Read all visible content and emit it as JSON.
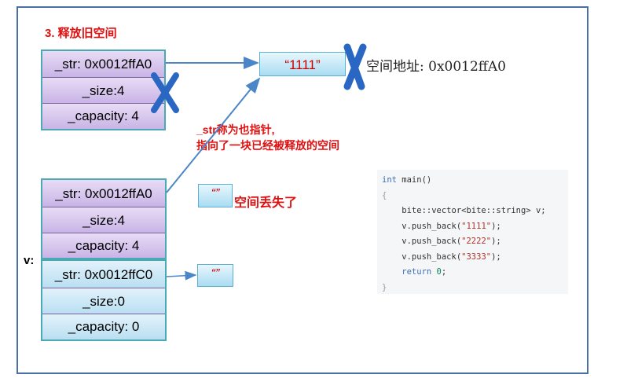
{
  "title": "3. 释放旧空间",
  "old_object": {
    "rows": [
      "_str: 0x0012ffA0",
      "_size:4",
      "_capacity: 4"
    ]
  },
  "string_box_1": "“1111”",
  "address_label": "空间地址: 0x0012ffA0",
  "note_line1": "_str称为也指针,",
  "note_line2": "指向了一块已经被释放的空间",
  "lost_label": "空间丢失了",
  "empty_string": "“”",
  "vector_label": "v:",
  "vector_element_0": {
    "rows": [
      "_str: 0x0012ffA0",
      "_size:4",
      "_capacity: 4"
    ]
  },
  "vector_element_1": {
    "rows": [
      "_str: 0x0012ffC0",
      "_size:0",
      "_capacity: 0"
    ]
  },
  "code": {
    "line1_kw": "int",
    "line1_rest": " main()",
    "line2": "{",
    "line3": "    bite::vector<bite::string> v;",
    "line4_a": "    v.push_back(",
    "line4_s": "\"1111\"",
    "line4_b": ");",
    "line5_a": "    v.push_back(",
    "line5_s": "\"2222\"",
    "line5_b": ");",
    "line6_a": "    v.push_back(",
    "line6_s": "\"3333\"",
    "line6_b": ");",
    "line7_kw": "    return",
    "line7_num": " 0",
    "line7_end": ";",
    "line8": "}"
  },
  "colors": {
    "accent_red": "#e01010",
    "x_mark": "#2a67c2",
    "border": "#4a6fa5"
  }
}
